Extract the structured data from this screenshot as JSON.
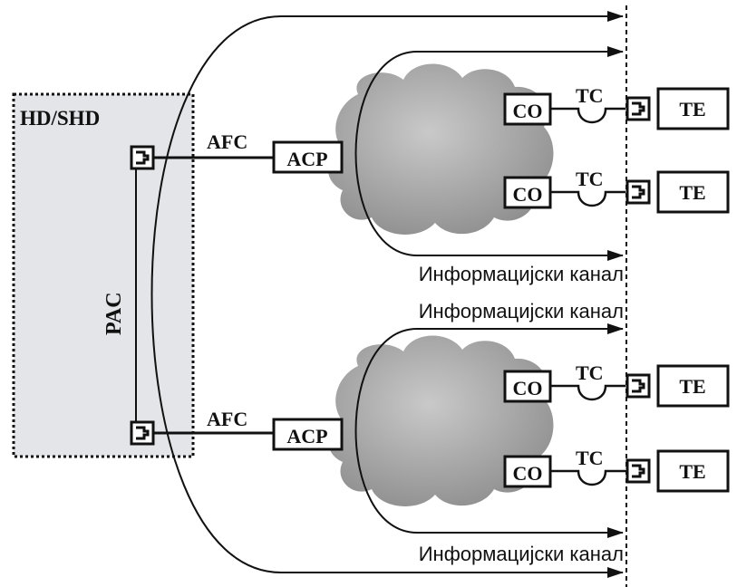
{
  "labels": {
    "hd_shd": "HD/SHD",
    "pac": "PAC",
    "afc": "AFC",
    "acp": "ACP",
    "co": "CO",
    "tc": "TC",
    "te": "TE",
    "info_channel": "Информацијски канал"
  },
  "colors": {
    "stroke": "#111111",
    "hd_box_fill": "#e3e5e9",
    "cloud_fill": "#9a9a9a",
    "background": "#ffffff"
  }
}
